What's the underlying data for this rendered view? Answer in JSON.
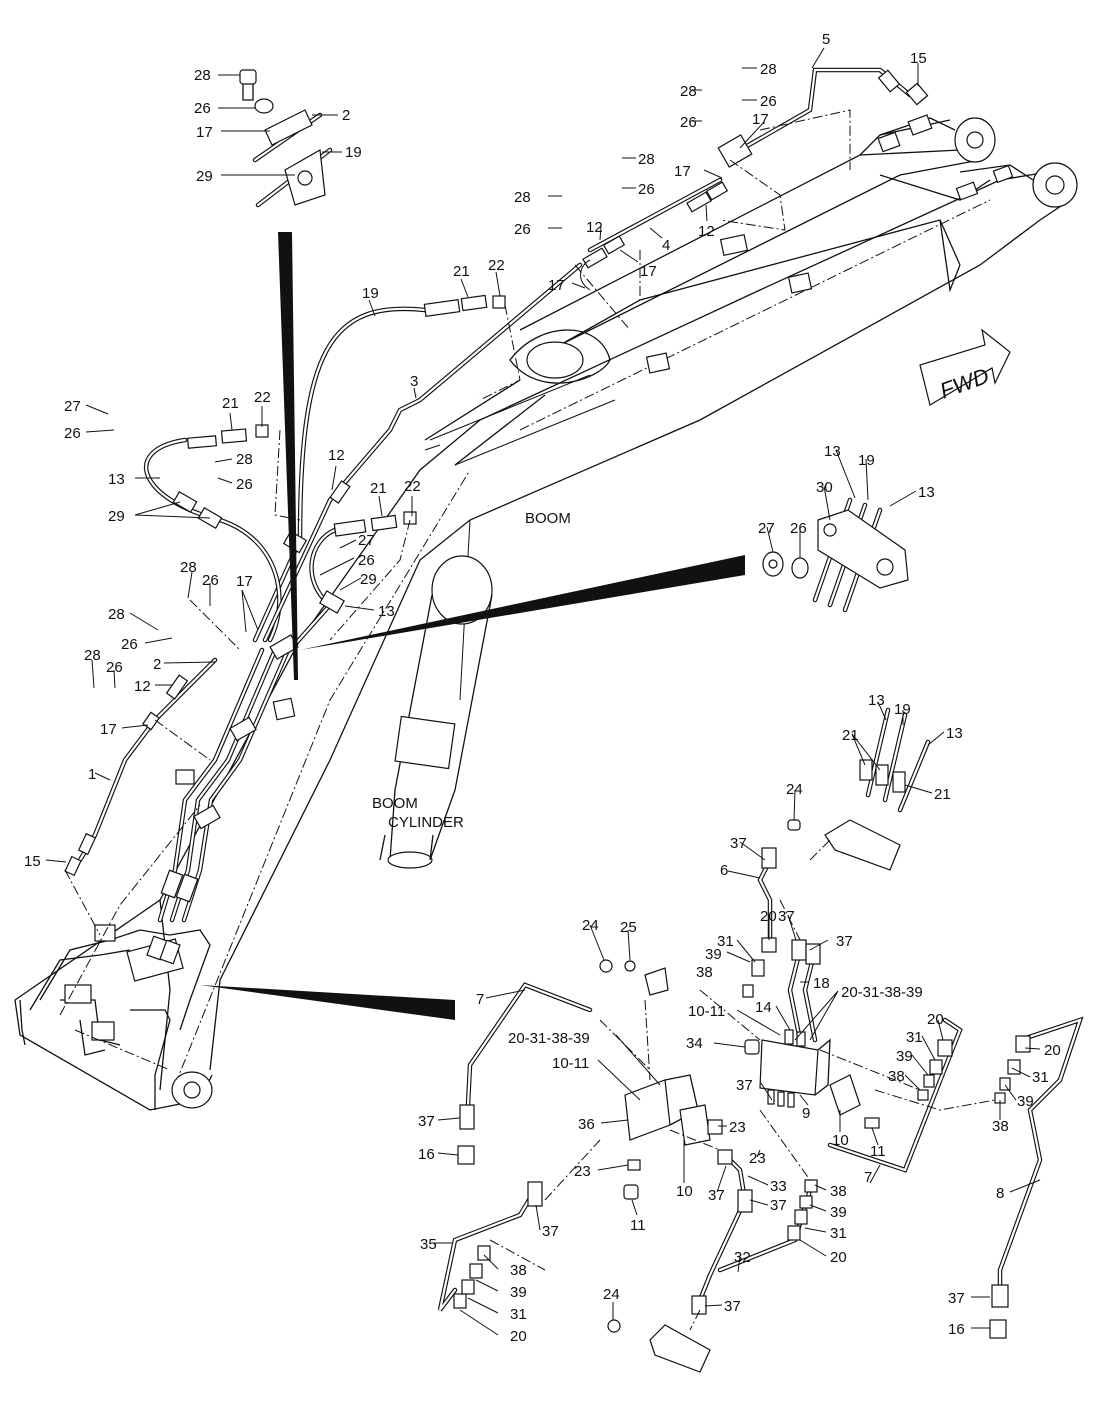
{
  "callouts": [
    {
      "id": "c28a",
      "text": "28"
    },
    {
      "id": "c26a",
      "text": "26"
    },
    {
      "id": "c2a",
      "text": "2"
    },
    {
      "id": "c17a",
      "text": "17"
    },
    {
      "id": "c19a",
      "text": "19"
    },
    {
      "id": "c29a",
      "text": "29"
    },
    {
      "id": "c5",
      "text": "5"
    },
    {
      "id": "c15a",
      "text": "15"
    },
    {
      "id": "c28b",
      "text": "28"
    },
    {
      "id": "c28c",
      "text": "28"
    },
    {
      "id": "c26b",
      "text": "26"
    },
    {
      "id": "c26c",
      "text": "26"
    },
    {
      "id": "c17b",
      "text": "17"
    },
    {
      "id": "c28d",
      "text": "28"
    },
    {
      "id": "c17c",
      "text": "17"
    },
    {
      "id": "c26d",
      "text": "26"
    },
    {
      "id": "c28e",
      "text": "28"
    },
    {
      "id": "c12a",
      "text": "12"
    },
    {
      "id": "c12b",
      "text": "12"
    },
    {
      "id": "c26e",
      "text": "26"
    },
    {
      "id": "c4",
      "text": "4"
    },
    {
      "id": "c17d",
      "text": "17"
    },
    {
      "id": "c17e",
      "text": "17"
    },
    {
      "id": "c21a",
      "text": "21"
    },
    {
      "id": "c22a",
      "text": "22"
    },
    {
      "id": "c19b",
      "text": "19"
    },
    {
      "id": "c3",
      "text": "3"
    },
    {
      "id": "c27a",
      "text": "27"
    },
    {
      "id": "c26f",
      "text": "26"
    },
    {
      "id": "c21b",
      "text": "21"
    },
    {
      "id": "c22b",
      "text": "22"
    },
    {
      "id": "c28f",
      "text": "28"
    },
    {
      "id": "c13a",
      "text": "13"
    },
    {
      "id": "c26g",
      "text": "26"
    },
    {
      "id": "c29b",
      "text": "29"
    },
    {
      "id": "c12c",
      "text": "12"
    },
    {
      "id": "c21c",
      "text": "21"
    },
    {
      "id": "c22c",
      "text": "22"
    },
    {
      "id": "c27b",
      "text": "27"
    },
    {
      "id": "c26h",
      "text": "26"
    },
    {
      "id": "c29c",
      "text": "29"
    },
    {
      "id": "c13b",
      "text": "13"
    },
    {
      "id": "c28g",
      "text": "28"
    },
    {
      "id": "c26i",
      "text": "26"
    },
    {
      "id": "c17f",
      "text": "17"
    },
    {
      "id": "c28h",
      "text": "28"
    },
    {
      "id": "c26j",
      "text": "26"
    },
    {
      "id": "c2b",
      "text": "2"
    },
    {
      "id": "c28i",
      "text": "28"
    },
    {
      "id": "c26k",
      "text": "26"
    },
    {
      "id": "c12d",
      "text": "12"
    },
    {
      "id": "c17g",
      "text": "17"
    },
    {
      "id": "c1",
      "text": "1"
    },
    {
      "id": "c15b",
      "text": "15"
    },
    {
      "id": "c13c",
      "text": "13"
    },
    {
      "id": "c19c",
      "text": "19"
    },
    {
      "id": "c30",
      "text": "30"
    },
    {
      "id": "c13d",
      "text": "13"
    },
    {
      "id": "c27c",
      "text": "27"
    },
    {
      "id": "c26l",
      "text": "26"
    },
    {
      "id": "c13e",
      "text": "13"
    },
    {
      "id": "c19d",
      "text": "19"
    },
    {
      "id": "c21d",
      "text": "21"
    },
    {
      "id": "c13f",
      "text": "13"
    },
    {
      "id": "c21e",
      "text": "21"
    },
    {
      "id": "c24a",
      "text": "24"
    },
    {
      "id": "c37a",
      "text": "37"
    },
    {
      "id": "c6",
      "text": "6"
    },
    {
      "id": "c20a",
      "text": "20"
    },
    {
      "id": "c37b",
      "text": "37"
    },
    {
      "id": "c37c",
      "text": "37"
    },
    {
      "id": "c31a",
      "text": "31"
    },
    {
      "id": "c39a",
      "text": "39"
    },
    {
      "id": "c18",
      "text": "18"
    },
    {
      "id": "c38a",
      "text": "38"
    },
    {
      "id": "c14",
      "text": "14"
    },
    {
      "id": "c20313839a",
      "text": "20-31-38-39"
    },
    {
      "id": "c1011a",
      "text": "10-11"
    },
    {
      "id": "c24b",
      "text": "24"
    },
    {
      "id": "c25",
      "text": "25"
    },
    {
      "id": "c7a",
      "text": "7"
    },
    {
      "id": "c34",
      "text": "34"
    },
    {
      "id": "c20313839b",
      "text": "20-31-38-39"
    },
    {
      "id": "c1011b",
      "text": "10-11"
    },
    {
      "id": "c20b",
      "text": "20"
    },
    {
      "id": "c31b",
      "text": "31"
    },
    {
      "id": "c39b",
      "text": "39"
    },
    {
      "id": "c38b",
      "text": "38"
    },
    {
      "id": "c20c",
      "text": "20"
    },
    {
      "id": "c31c",
      "text": "31"
    },
    {
      "id": "c39c",
      "text": "39"
    },
    {
      "id": "c38c",
      "text": "38"
    },
    {
      "id": "c37d",
      "text": "37"
    },
    {
      "id": "c9",
      "text": "9"
    },
    {
      "id": "c10a",
      "text": "10"
    },
    {
      "id": "c11a",
      "text": "11"
    },
    {
      "id": "c37e",
      "text": "37"
    },
    {
      "id": "c16a",
      "text": "16"
    },
    {
      "id": "c36",
      "text": "36"
    },
    {
      "id": "c23a",
      "text": "23"
    },
    {
      "id": "c23b",
      "text": "23"
    },
    {
      "id": "c23c",
      "text": "23"
    },
    {
      "id": "c10b",
      "text": "10"
    },
    {
      "id": "c37f",
      "text": "37"
    },
    {
      "id": "c33",
      "text": "33"
    },
    {
      "id": "c37g",
      "text": "37"
    },
    {
      "id": "c11b",
      "text": "11"
    },
    {
      "id": "c7b",
      "text": "7"
    },
    {
      "id": "c8",
      "text": "8"
    },
    {
      "id": "c38d",
      "text": "38"
    },
    {
      "id": "c39d",
      "text": "39"
    },
    {
      "id": "c31d",
      "text": "31"
    },
    {
      "id": "c20d",
      "text": "20"
    },
    {
      "id": "c37h",
      "text": "37"
    },
    {
      "id": "c35",
      "text": "35"
    },
    {
      "id": "c38e",
      "text": "38"
    },
    {
      "id": "c39e",
      "text": "39"
    },
    {
      "id": "c31e",
      "text": "31"
    },
    {
      "id": "c20e",
      "text": "20"
    },
    {
      "id": "c32",
      "text": "32"
    },
    {
      "id": "c37i",
      "text": "37"
    },
    {
      "id": "c24c",
      "text": "24"
    },
    {
      "id": "c37j",
      "text": "37"
    },
    {
      "id": "c16b",
      "text": "16"
    }
  ],
  "labels": {
    "boom": "BOOM",
    "boom_cylinder_1": "BOOM",
    "boom_cylinder_2": "CYLINDER",
    "fwd": "FWD"
  }
}
